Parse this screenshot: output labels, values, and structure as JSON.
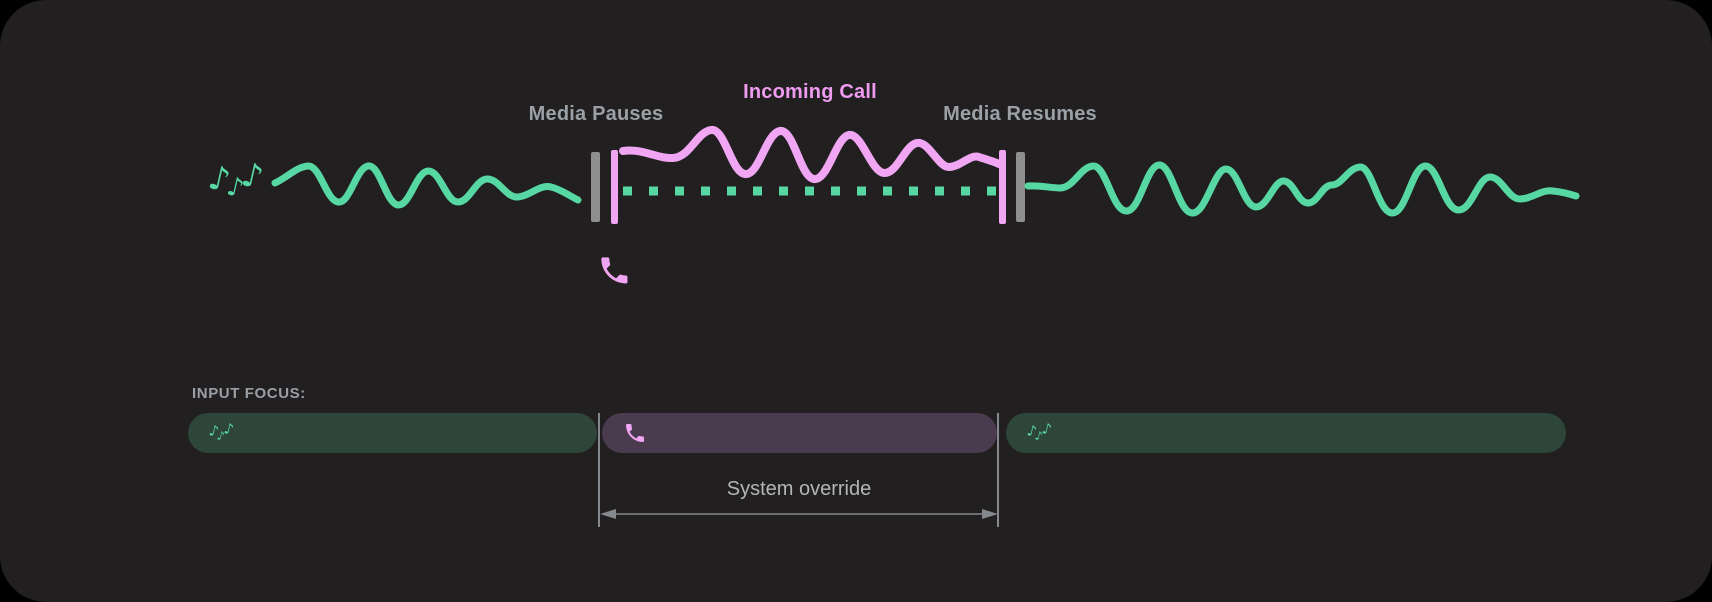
{
  "colors": {
    "background": "#000000",
    "card": "#211f20",
    "media_green": "#57d7a2",
    "media_green_dim": "#2d4639",
    "call_pink": "#f0a6f2",
    "call_pink_text": "#ee9bf0",
    "call_purple_dim": "#4a3b4f",
    "label_gray": "#9aa0a6",
    "marker_gray": "#8e8e8e",
    "arrow_gray": "#85898d",
    "override_text": "#b3b6b9"
  },
  "icons": {
    "note_glyph": "♪"
  },
  "timeline": {
    "labels": {
      "media_pauses": "Media Pauses",
      "incoming_call": "Incoming Call",
      "media_resumes": "Media Resumes"
    },
    "segments": [
      {
        "name": "media-playing",
        "icon": "music-notes-icon",
        "state": "playing"
      },
      {
        "name": "incoming-call",
        "icon": "phone-icon",
        "state": "media paused / call audio"
      },
      {
        "name": "media-resumed",
        "icon": "music-notes-icon",
        "state": "playing"
      }
    ]
  },
  "input_focus": {
    "heading": "INPUT FOCUS:",
    "override_label": "System override",
    "segments": [
      {
        "name": "media-focus-before",
        "icon": "music-notes-icon",
        "type": "media"
      },
      {
        "name": "call-focus",
        "icon": "phone-icon",
        "type": "call"
      },
      {
        "name": "media-focus-after",
        "icon": "music-notes-icon",
        "type": "media"
      }
    ]
  }
}
